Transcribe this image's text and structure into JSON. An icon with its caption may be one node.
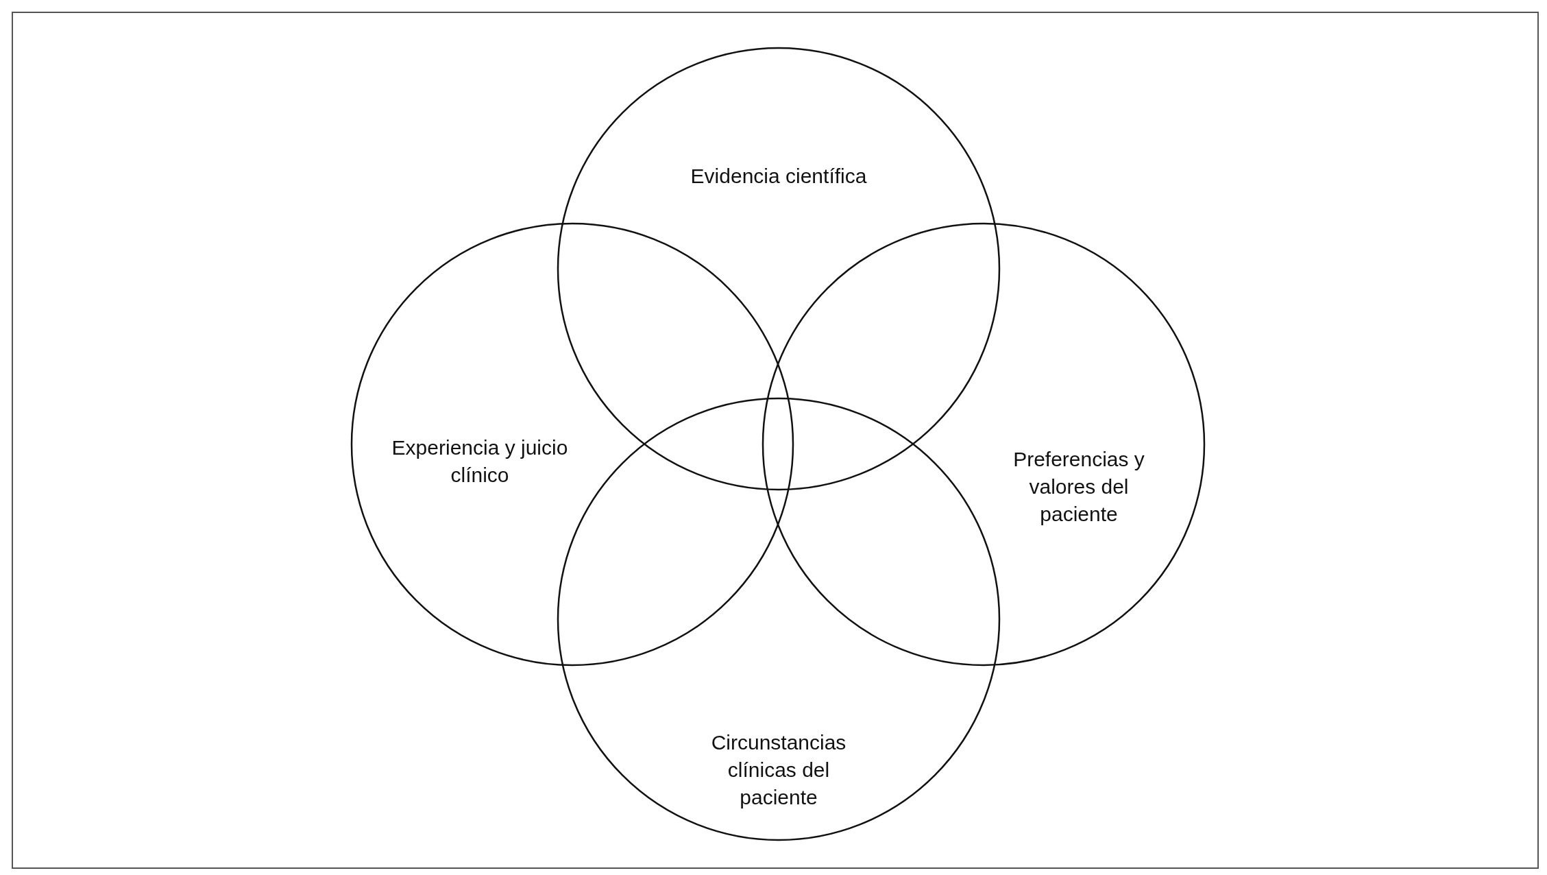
{
  "diagram": {
    "nodes": [
      {
        "text": [
          "Evidencia científica"
        ]
      },
      {
        "text": [
          "Experiencia y juicio clínico"
        ]
      },
      {
        "text": [
          "Preferencias y valores del paciente"
        ]
      },
      {
        "text": [
          "Circunstancias clínicas del paciente"
        ]
      }
    ]
  }
}
